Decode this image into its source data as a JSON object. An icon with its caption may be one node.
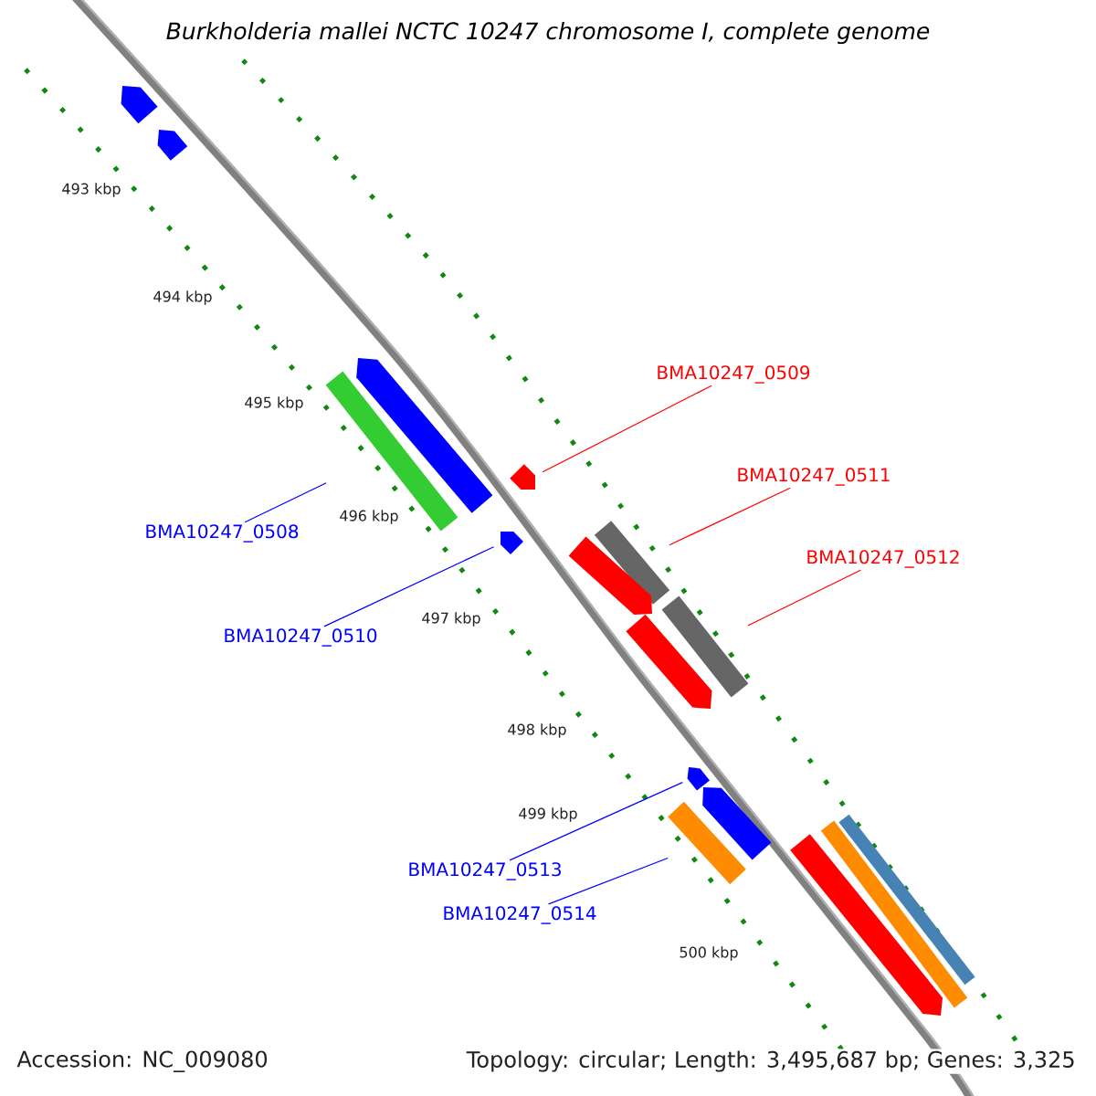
{
  "diagram": {
    "title": "Burkholderia mallei NCTC 10247 chromosome I, complete genome",
    "nodes": [
      {
        "text": [
          "BMA10247_0509"
        ]
      },
      {
        "text": [
          "BMA10247_0511"
        ]
      },
      {
        "text": [
          "BMA10247_0508"
        ]
      },
      {
        "text": [
          "BMA10247_0512"
        ]
      },
      {
        "text": [
          "BMA10247_0510"
        ]
      },
      {
        "text": [
          "BMA10247_0513"
        ]
      },
      {
        "text": [
          "BMA10247_0514"
        ]
      },
      {
        "text": [],
        "shape": "arrow"
      },
      {
        "text": [],
        "shape": "arrow"
      },
      {
        "text": [],
        "shape": "arrow"
      },
      {
        "text": [],
        "shape": "bar"
      },
      {
        "text": [],
        "shape": "arrow"
      },
      {
        "text": [],
        "shape": "arrow"
      },
      {
        "text": [],
        "shape": "bar"
      },
      {
        "text": [],
        "shape": "arrow"
      },
      {
        "text": [],
        "shape": "bar"
      },
      {
        "text": [],
        "shape": "arrow"
      },
      {
        "text": [],
        "shape": "arrow"
      },
      {
        "text": [],
        "shape": "arrow"
      },
      {
        "text": [],
        "shape": "bar"
      },
      {
        "text": [],
        "shape": "bar"
      },
      {
        "text": [],
        "shape": "bar"
      },
      {
        "text": [],
        "shape": "arrow"
      }
    ],
    "edges": [
      {
        "from": 0,
        "to": 11,
        "arrow": "none",
        "color": "#ff0000"
      },
      {
        "from": 1,
        "to": 13,
        "arrow": "none",
        "color": "#ff0000"
      },
      {
        "from": 2,
        "to": 10,
        "arrow": "none"
      },
      {
        "from": 3,
        "to": 15,
        "arrow": "none",
        "color": "#ff0000"
      },
      {
        "from": 4,
        "to": 12,
        "arrow": "none"
      },
      {
        "from": 5,
        "to": 17,
        "arrow": "none"
      },
      {
        "from": 6,
        "to": 19,
        "arrow": "none"
      }
    ],
    "labels": [
      "493 kbp",
      "494 kbp",
      "495 kbp",
      "496 kbp",
      "497 kbp",
      "498 kbp",
      "499 kbp",
      "500 kbp",
      "Accession: NC_009080",
      "Topology: circular; Length: 3,495,687 bp; Genes: 3,325"
    ]
  }
}
